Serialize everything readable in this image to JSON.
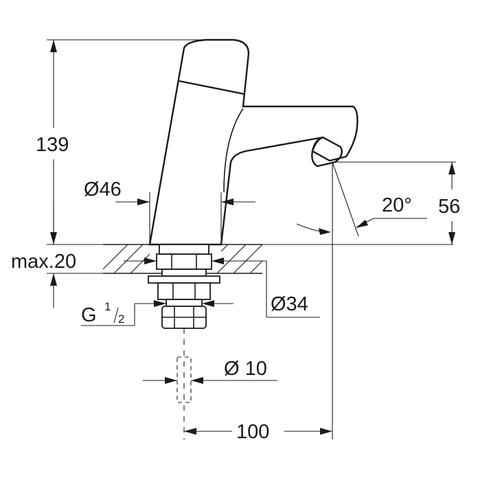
{
  "drawing": {
    "dimensions": {
      "total_height": "139",
      "spout_height": "56",
      "spout_angle": "20°",
      "body_diameter": "Ø46",
      "max_deck": "max.20",
      "shank_diameter": "Ø34",
      "thread_main": "G",
      "thread_num": "1",
      "thread_den": "2",
      "hole_diameter": "Ø 10",
      "projection": "100"
    }
  }
}
